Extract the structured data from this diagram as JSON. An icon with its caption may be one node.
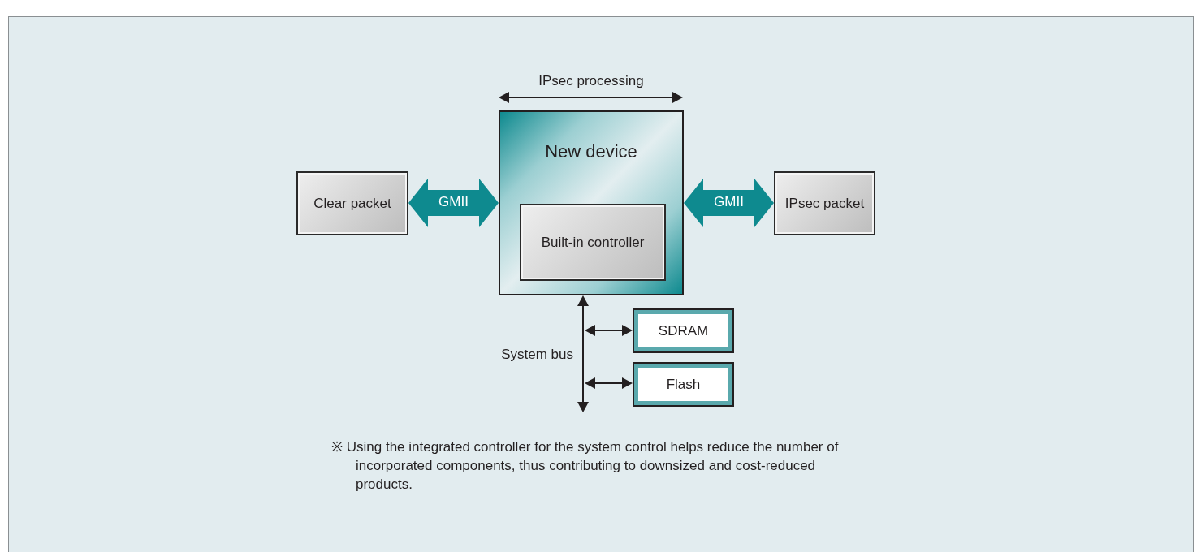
{
  "diagram": {
    "nodes": [
      {
        "text": [
          "Clear packet"
        ]
      },
      {
        "text": [
          "New device"
        ]
      },
      {
        "text": [
          "Built-in controller"
        ],
        "in": 1
      },
      {
        "text": [
          "IPsec packet"
        ]
      },
      {
        "text": [
          "SDRAM"
        ]
      },
      {
        "text": [
          "Flash"
        ]
      }
    ],
    "edges": [
      {
        "from": 0,
        "to": 1,
        "arrow": "both",
        "label": "GMII",
        "style": "thick",
        "color": "#0e8a8f"
      },
      {
        "from": 1,
        "to": 3,
        "arrow": "both",
        "label": "GMII",
        "style": "thick",
        "color": "#0e8a8f"
      },
      {
        "from": null,
        "to": 1,
        "arrow": "both",
        "label": "System bus"
      },
      {
        "from": null,
        "to": 4,
        "arrow": "both"
      },
      {
        "from": null,
        "to": 5,
        "arrow": "both"
      }
    ],
    "labels": [
      "IPsec processing",
      "※ Using the integrated controller for the system control helps reduce the number of incorporated components, thus contributing to downsized and cost-reduced products."
    ]
  }
}
